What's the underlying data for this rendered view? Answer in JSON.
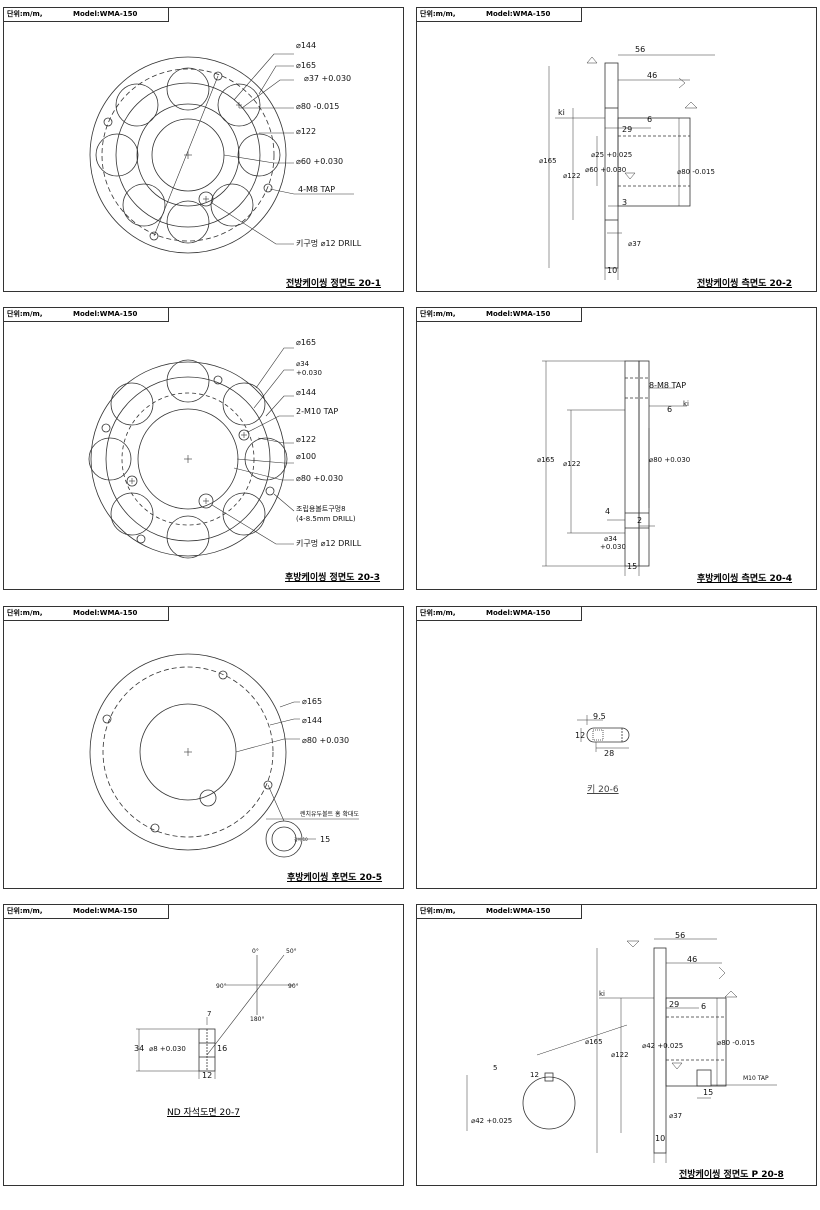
{
  "header": {
    "unit": "단위:m/m,",
    "model": "Model:WMA-150"
  },
  "sheets": [
    {
      "caption": "전방케이씽 정면도 20-1",
      "labels": {
        "d144": "⌀144",
        "d165": "⌀165",
        "d37": "⌀37 +0.030",
        "d80": "⌀80 -0.015",
        "d122": "⌀122",
        "d60": "⌀60 +0.030",
        "tap": "4-M8 TAP",
        "key": "키구멍 ⌀12 DRILL"
      }
    },
    {
      "caption": "전방케이씽 측면도 20-2",
      "labels": {
        "n56": "56",
        "n46": "46",
        "ki": "ki",
        "n6": "6",
        "n29": "29",
        "d165": "⌀165",
        "d25": "⌀25 +0.025",
        "d60": "⌀60 +0.030",
        "d122": "⌀122",
        "d80": "⌀80 -0.015",
        "n3": "3",
        "d37": "⌀37",
        "n10": "10"
      }
    },
    {
      "caption": "후방케이씽 정면도 20-3",
      "labels": {
        "d165": "⌀165",
        "d34a": "⌀34",
        "d34b": "+0.030",
        "d144": "⌀144",
        "tap": "2-M10 TAP",
        "d122": "⌀122",
        "d100": "⌀100",
        "d80": "⌀80 +0.030",
        "bolt1": "조립용볼트구멍8",
        "bolt2": "(4-8.5mm DRILL)",
        "key": "키구멍 ⌀12 DRILL"
      }
    },
    {
      "caption": "후방케이씽 측면도 20-4",
      "labels": {
        "tap": "8-M8 TAP",
        "ki": "ki",
        "n6": "6",
        "d165": "⌀165",
        "d122": "⌀122",
        "d80": "⌀80 +0.030",
        "n4": "4",
        "n2": "2",
        "d34a": "⌀34",
        "d34b": "+0.030",
        "n15": "15"
      }
    },
    {
      "caption": "후방케이씽 후면도 20-5",
      "labels": {
        "d165": "⌀165",
        "d144": "⌀144",
        "d80": "⌀80 +0.030",
        "detail": "렌치유두볼트 홈 확대도",
        "small": "깊이 10",
        "n15": "15"
      }
    },
    {
      "caption": "키 20-6",
      "labels": {
        "n95": "9.5",
        "n12": "12",
        "n28": "28"
      }
    },
    {
      "caption": "ND 자석도면 20-7",
      "labels": {
        "a0": "0°",
        "a50": "50°",
        "a90l": "90°",
        "a90r": "90°",
        "a180": "180°",
        "n7": "7",
        "n34": "34",
        "d8": "⌀8 +0.030",
        "n16": "16",
        "n12": "12"
      }
    },
    {
      "caption": "전방케이씽 정면도 P 20-8",
      "labels": {
        "n56": "56",
        "n46": "46",
        "ki": "ki",
        "n29": "29",
        "n6": "6",
        "d165": "⌀165",
        "d122": "⌀122",
        "d42": "⌀42 +0.025",
        "d80": "⌀80 -0.015",
        "tap": "M10 TAP",
        "n15": "15",
        "d37": "⌀37",
        "n10": "10",
        "n5": "5",
        "n12": "12",
        "d42b": "⌀42 +0.025"
      }
    }
  ]
}
